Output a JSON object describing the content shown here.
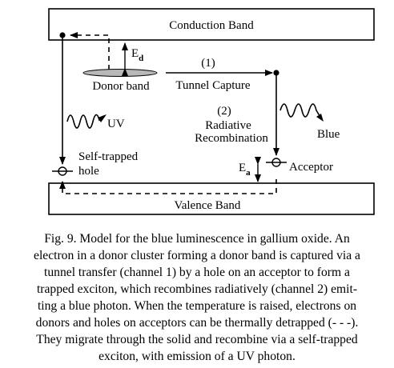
{
  "figure": {
    "conduction_band": "Conduction Band",
    "valence_band": "Valence Band",
    "donor_band": "Donor band",
    "ed_main": "E",
    "ed_sub": "d",
    "ea_main": "E",
    "ea_sub": "a",
    "channel1_num": "(1)",
    "channel1_label": "Tunnel Capture",
    "channel2_num": "(2)",
    "channel2_line1": "Radiative",
    "channel2_line2": "Recombination",
    "uv_label": "UV",
    "blue_label": "Blue",
    "self_trapped_line1": "Self-trapped",
    "self_trapped_line2": "hole",
    "acceptor_label": "Acceptor"
  },
  "caption": {
    "lines": [
      "Fig. 9. Model for the blue luminescence in gallium oxide. An",
      "electron in a donor cluster forming a donor band is captured via a",
      "tunnel transfer (channel 1) by a hole on an acceptor to form a",
      "trapped exciton, which recombines radiatively (channel 2) emit-",
      "ting a blue photon. When the temperature is raised, electrons on",
      "donors and holes on acceptors can be thermally detrapped (- - -).",
      "They migrate through the solid and recombine via a self-trapped",
      "exciton, with emission of a UV photon."
    ]
  }
}
